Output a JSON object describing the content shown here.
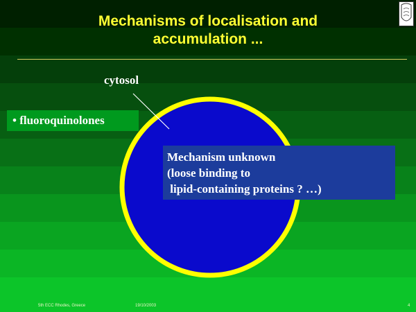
{
  "slide": {
    "title_line1": "Mechanisms of localisation and",
    "title_line2": "accumulation ...",
    "cytosol_label": "cytosol",
    "drug_label": "• fluoroquinolones",
    "mechanism": {
      "line1": "Mechanism unknown",
      "line2": "(loose binding to",
      "line3": " lipid-containing proteins ? …)"
    },
    "footer": {
      "conference": "5th ECC Rhodes, Greece",
      "date": "19/10/2003",
      "page": "4"
    }
  },
  "colors": {
    "title": "#ffff33",
    "cell_fill": "#0a0acc",
    "cell_border": "#ffff00",
    "drug_box": "#009a1e",
    "mechanism_box": "#1c3c9c"
  },
  "icons": {
    "logo": "university-seal-logo"
  }
}
